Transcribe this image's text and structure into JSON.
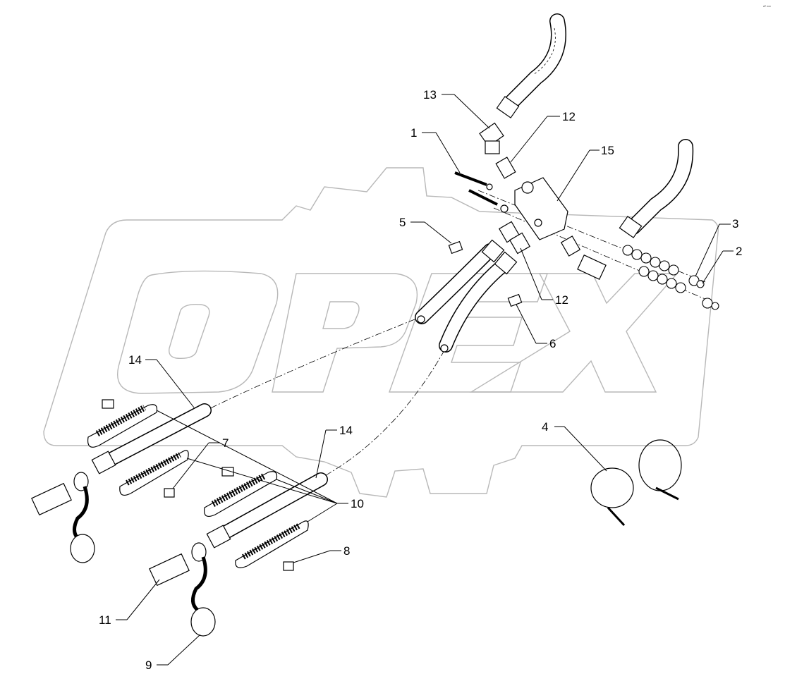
{
  "corner_mark": "ᵃ⁰ ᵒᵒᵒ",
  "watermark": {
    "text": "OPEX",
    "color": "#b8b8b8"
  },
  "line_color": "#000000",
  "callouts": [
    {
      "id": "1",
      "label": "1"
    },
    {
      "id": "2",
      "label": "2"
    },
    {
      "id": "3",
      "label": "3"
    },
    {
      "id": "4",
      "label": "4"
    },
    {
      "id": "5",
      "label": "5"
    },
    {
      "id": "6",
      "label": "6"
    },
    {
      "id": "7",
      "label": "7"
    },
    {
      "id": "8",
      "label": "8"
    },
    {
      "id": "9",
      "label": "9"
    },
    {
      "id": "10",
      "label": "10"
    },
    {
      "id": "11",
      "label": "11"
    },
    {
      "id": "12a",
      "label": "12"
    },
    {
      "id": "12b",
      "label": "12"
    },
    {
      "id": "13",
      "label": "13"
    },
    {
      "id": "14a",
      "label": "14"
    },
    {
      "id": "14b",
      "label": "14"
    },
    {
      "id": "15",
      "label": "15"
    }
  ]
}
